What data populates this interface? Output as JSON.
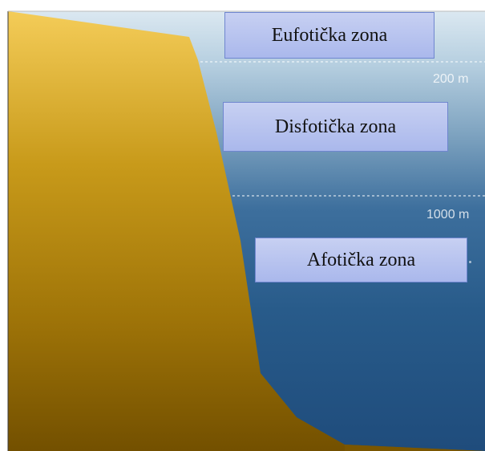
{
  "zones": {
    "euphotic": "Eufotička zona",
    "disphotic": "Disfotička zona",
    "aphotic": "Afotička zona"
  },
  "depths": {
    "first": "200 m",
    "second": "1000 m"
  },
  "colors": {
    "surface_water": "#dbe8f1",
    "mid_water": "#3b6f9e",
    "deep_water": "#234f80",
    "land_top": "#f3c84f",
    "land_bottom": "#775300",
    "zone_box": "#b3bff0",
    "zone_border": "#6f86cf"
  }
}
